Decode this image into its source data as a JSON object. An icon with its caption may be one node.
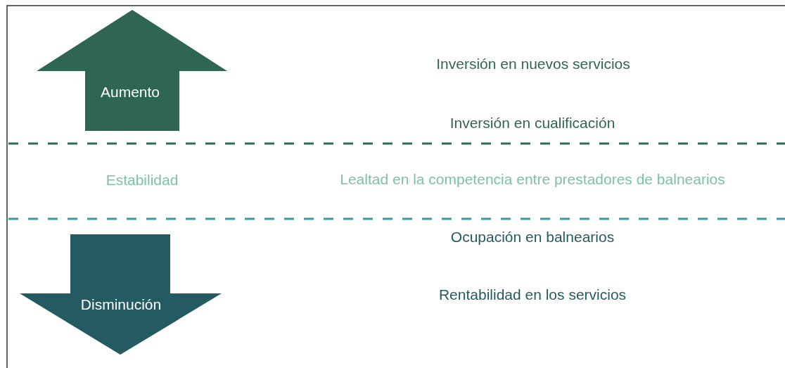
{
  "diagram": {
    "nodes": [
      {
        "text": [
          "Aumento"
        ]
      },
      {
        "text": [
          "Disminución"
        ]
      }
    ],
    "labels": [
      "Inversión en nuevos servicios",
      "Inversión en cualificación",
      "Estabilidad",
      "Lealtad en la competencia entre prestadores de balnearios",
      "Ocupación en balnearios",
      "Rentabilidad en los servicios"
    ]
  }
}
